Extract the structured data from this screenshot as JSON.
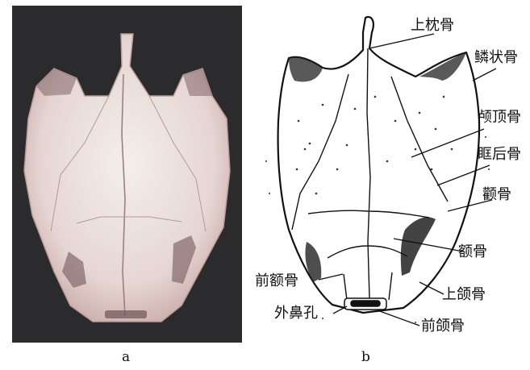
{
  "panels": {
    "a": {
      "caption": "a"
    },
    "b": {
      "caption": "b"
    }
  },
  "labels": {
    "supraoccipital": "上枕骨",
    "squamosal": "鳞状骨",
    "parietal": "颅顶骨",
    "postorbital": "眶后骨",
    "jugal": "颧骨",
    "frontal": "额骨",
    "prefrontal": "前额骨",
    "maxilla": "上颌骨",
    "external_naris": "外鼻孔",
    "premaxilla": "前颌骨"
  }
}
